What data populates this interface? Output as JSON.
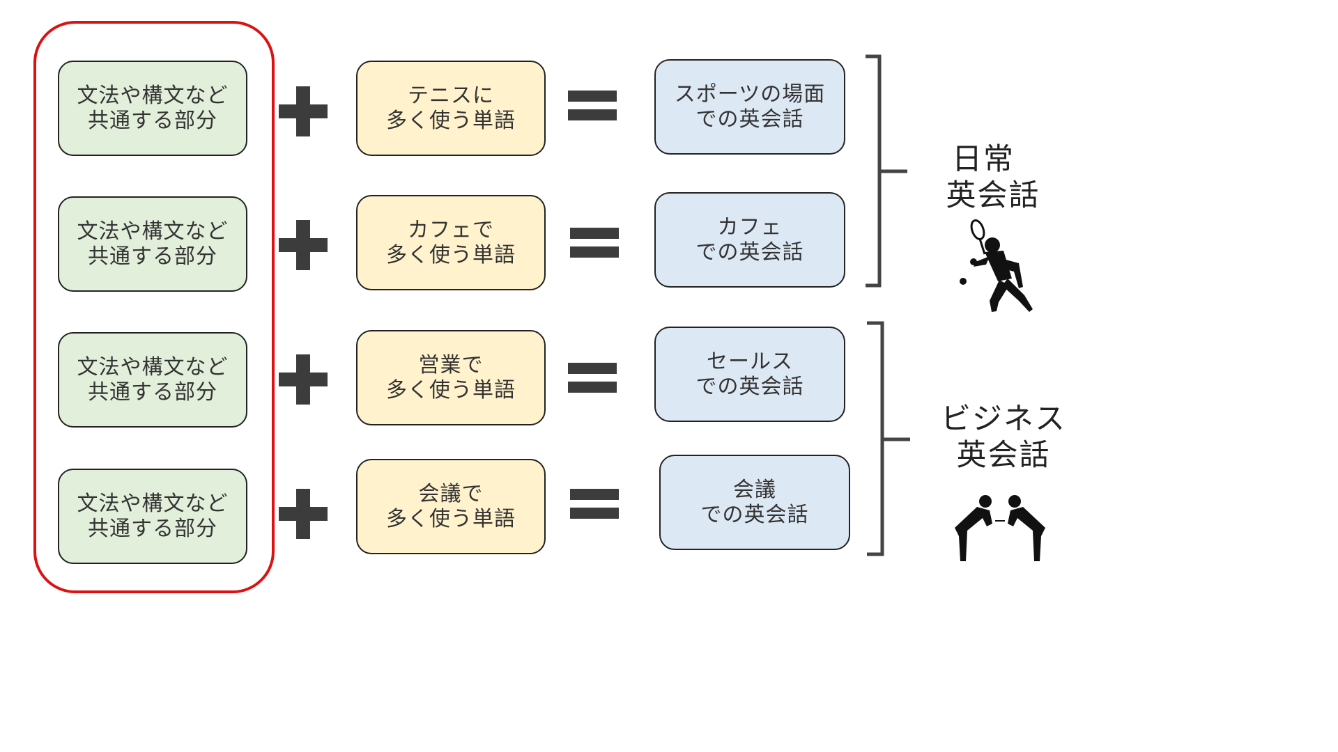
{
  "colors": {
    "common_box": "#e2efda",
    "vocab_box": "#fff2cc",
    "result_box": "#dde8f5",
    "group_outline": "#dd1111",
    "operator": "#3c3c3c"
  },
  "rows": [
    {
      "common": [
        "文法や構文など",
        "共通する部分"
      ],
      "vocab": [
        "テニスに",
        "多く使う単語"
      ],
      "result": [
        "スポーツの場面",
        "での英会話"
      ]
    },
    {
      "common": [
        "文法や構文など",
        "共通する部分"
      ],
      "vocab": [
        "カフェで",
        "多く使う単語"
      ],
      "result": [
        "カフェ",
        "での英会話"
      ]
    },
    {
      "common": [
        "文法や構文など",
        "共通する部分"
      ],
      "vocab": [
        "営業で",
        "多く使う単語"
      ],
      "result": [
        "セールス",
        "での英会話"
      ]
    },
    {
      "common": [
        "文法や構文など",
        "共通する部分"
      ],
      "vocab": [
        "会議で",
        "多く使う単語"
      ],
      "result": [
        "会議",
        "での英会話"
      ]
    }
  ],
  "groups": [
    {
      "label": [
        "日常",
        "英会話"
      ],
      "icon": "tennis-player-icon"
    },
    {
      "label": [
        "ビジネス",
        "英会話"
      ],
      "icon": "business-bow-icon"
    }
  ]
}
